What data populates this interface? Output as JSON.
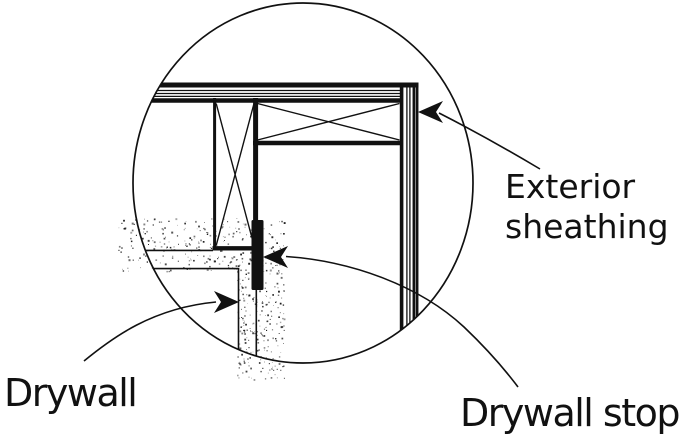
{
  "diagram": {
    "kind": "wall-corner-framing-detail",
    "labels": {
      "exterior_sheathing_line1": "Exterior",
      "exterior_sheathing_line2": "sheathing",
      "drywall": "Drywall",
      "drywall_stop": "Drywall stop"
    },
    "colors": {
      "ink": "#111111",
      "background": "#ffffff"
    }
  }
}
